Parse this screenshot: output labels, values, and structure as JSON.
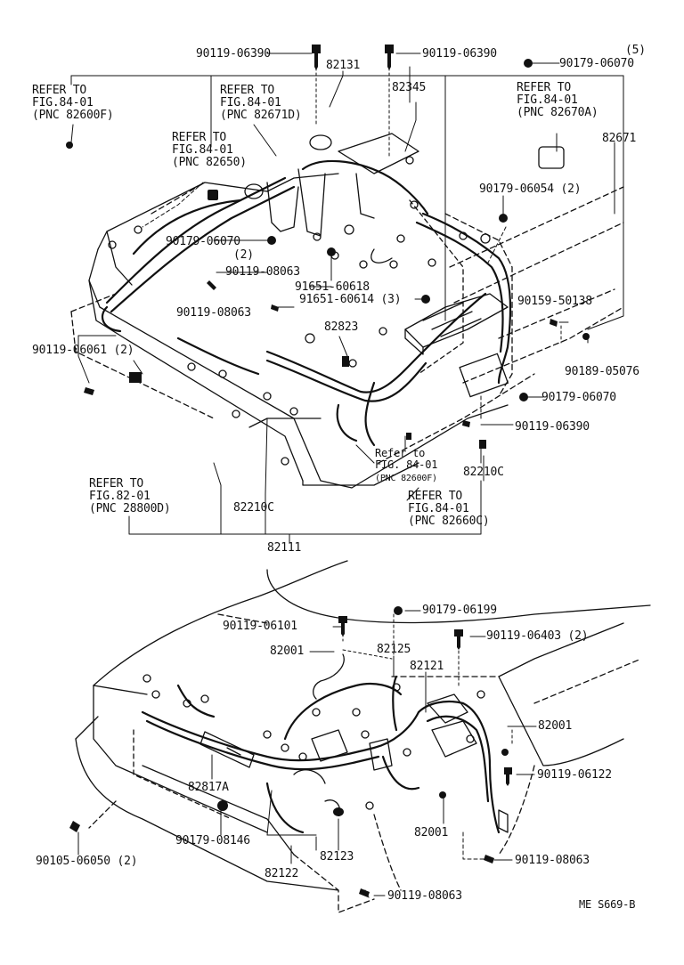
{
  "top": {
    "part_numbers": {
      "bolt_top_left": "90119-06390",
      "bolt_top_mid": "90119-06390",
      "clip_top_right": "90179-06070",
      "qty_top_right": "(5)",
      "harness_center": "82131",
      "bracket_82345": "82345",
      "harness_right": "82671",
      "clip_06054": "90179-06054 (2)",
      "clip_06070_mid": "90179-06070",
      "clip_06070_mid_qty": "(2)",
      "bolt_08063_a": "90119-08063",
      "bolt_08063_b": "90119-08063",
      "grommet_a": "91651-60618",
      "grommet_b": "91651-60614 (3)",
      "bolt_06061": "90119-06061 (2)",
      "clamp_82823": "82823",
      "bolt_50138": "90159-50138",
      "clip_05076": "90189-05076",
      "clip_06070_low": "90179-06070",
      "bolt_06390_low": "90119-06390",
      "clamp_82210c_right": "82210C",
      "clamp_82210c_left": "82210C",
      "harness_main": "82111"
    },
    "refs": {
      "ref_82600f_line1": "REFER TO",
      "ref_82600f_line2": "FIG.84-01",
      "ref_82600f_line3": "(PNC 82600F)",
      "ref_82671d_line1": "REFER TO",
      "ref_82671d_line2": "FIG.84-01",
      "ref_82671d_line3": "(PNC 82671D)",
      "ref_82650_line1": "REFER TO",
      "ref_82650_line2": "FIG.84-01",
      "ref_82650_line3": "(PNC 82650)",
      "ref_82670a_line1": "REFER TO",
      "ref_82670a_line2": "FIG.84-01",
      "ref_82670a_line3": "(PNC 82670A)",
      "ref_small_line1": "Refer to",
      "ref_small_line2": "FIG. 84-01",
      "ref_small_line3": "(PNC 82600F)",
      "ref_28800d_line1": "REFER TO",
      "ref_28800d_line2": "FIG.82-01",
      "ref_28800d_line3": "(PNC 28800D)",
      "ref_82660c_line1": "REFER TO",
      "ref_82660c_line2": "FIG.84-01",
      "ref_82660c_line3": "(PNC 82660C)"
    }
  },
  "bottom": {
    "part_numbers": {
      "bolt_06101": "90119-06101",
      "clip_06199": "90179-06199",
      "bolt_06403": "90119-06403 (2)",
      "wire_82001_a": "82001",
      "harness_82125": "82125",
      "harness_82121": "82121",
      "wire_82001_b": "82001",
      "bolt_06122": "90119-06122",
      "bracket_82817a": "82817A",
      "wire_82001_c": "82001",
      "clip_08146": "90179-08146",
      "clamp_82123": "82123",
      "bolt_06050": "90105-06050 (2)",
      "harness_82122": "82122",
      "bolt_08063_c": "90119-08063",
      "bolt_08063_d": "90119-08063"
    }
  },
  "footer": {
    "code": "ME S669-B"
  }
}
